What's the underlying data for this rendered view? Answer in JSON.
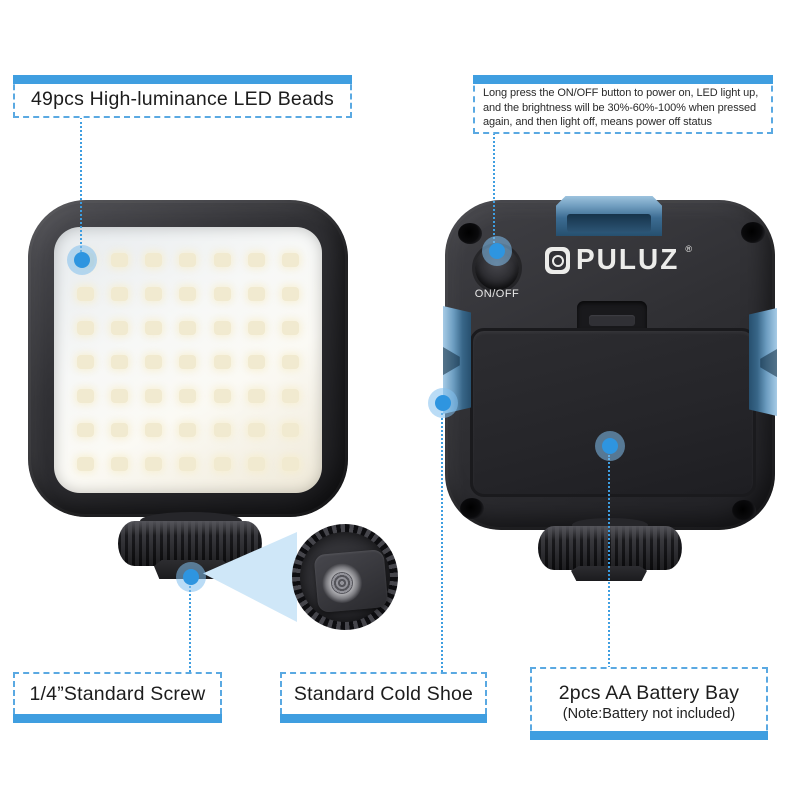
{
  "colors": {
    "accent_blue": "#3f9ee0",
    "dashed_border_blue": "#5aa9e2",
    "marker_blue": "#2e95e0",
    "cone_light_blue": "#cfe7f8",
    "device_body": "#2b2b2f",
    "led_warm_white": "#f1ead0",
    "shoe_highlight_blue": "#6b9cc0"
  },
  "callouts": {
    "led_beads": {
      "label": "49pcs High-luminance LED Beads"
    },
    "power_note": {
      "text": "Long press the ON/OFF button to power on, LED light up, and the brightness will be 30%-60%-100% when pressed again, and then light off,  means power off status"
    },
    "standard_screw": {
      "label": "1/4”Standard Screw"
    },
    "cold_shoe": {
      "label": "Standard Cold Shoe"
    },
    "battery_bay": {
      "label": "2pcs AA Battery Bay",
      "note": "(Note:Battery not included)"
    }
  },
  "device": {
    "brand": "PULUZ",
    "brand_reg_mark": "®",
    "power_button_label": "ON/OFF",
    "led_grid": {
      "rows": 7,
      "cols": 7
    }
  }
}
